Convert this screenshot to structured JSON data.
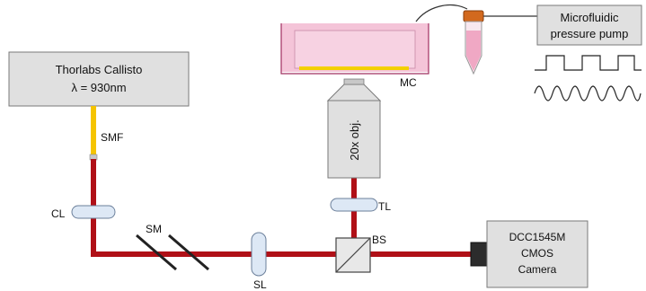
{
  "laser": {
    "name": "Thorlabs Callisto",
    "wavelength": "λ = 930nm"
  },
  "labels": {
    "smf": "SMF",
    "cl": "CL",
    "sm": "SM",
    "sl": "SL",
    "bs": "BS",
    "tl": "TL",
    "objective": "20x obj.",
    "mc": "MC"
  },
  "camera": {
    "line1": "DCC1545M",
    "line2": "CMOS",
    "line3": "Camera"
  },
  "pump": {
    "line1": "Microfluidic",
    "line2": "pressure pump"
  },
  "colors": {
    "beam": "#b01017",
    "fiber": "#f5c400",
    "box_fill": "#e0e0e0",
    "box_stroke": "#7a7a7a",
    "dish_fill": "#f4c4d8",
    "dish_stroke": "#a03060",
    "sample": "#f3d000",
    "lens_fill": "#dde8f5",
    "lens_stroke": "#6b7f9a",
    "cap": "#d2691e"
  }
}
